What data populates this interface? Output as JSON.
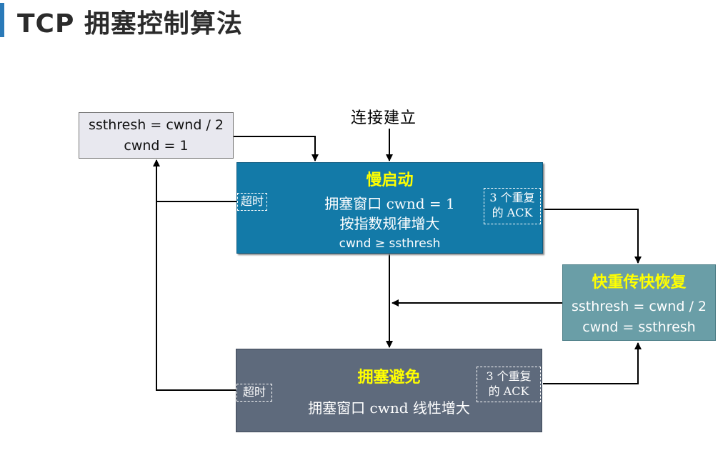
{
  "title": "TCP 拥塞控制算法",
  "colors": {
    "accent": "#2a7ab8",
    "slow_start_fill": "#137aa8",
    "fast_recovery_fill": "#6a9ea7",
    "avoidance_fill": "#5e6a7c",
    "reset_fill": "#e8e8ef",
    "heading_yellow": "#ffff00"
  },
  "connection_label": "连接建立",
  "reset_box": {
    "line1": "ssthresh = cwnd / 2",
    "line2": "cwnd = 1"
  },
  "slow_start": {
    "title": "慢启动",
    "line1": "拥塞窗口 cwnd = 1",
    "line2": "按指数规律增大",
    "line3": "cwnd ≥ ssthresh",
    "timeout_tag": "超时",
    "dupack_tag_line1": "3 个重复",
    "dupack_tag_line2": "的 ACK"
  },
  "fast_recovery": {
    "title": "快重传快恢复",
    "line1": "ssthresh = cwnd / 2",
    "line2": "cwnd = ssthresh"
  },
  "congestion_avoidance": {
    "title": "拥塞避免",
    "line1": "拥塞窗口 cwnd 线性增大",
    "timeout_tag": "超时",
    "dupack_tag_line1": "3 个重复",
    "dupack_tag_line2": "的 ACK"
  }
}
